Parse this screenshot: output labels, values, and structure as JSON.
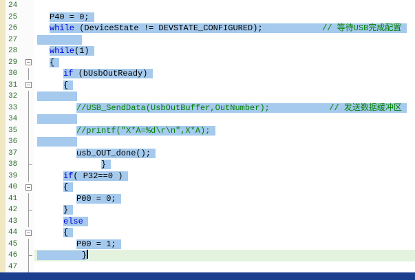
{
  "colors": {
    "selection": "#A5CAED",
    "currentLine": "#E4F3DE",
    "keyword": "#0000E0",
    "comment": "#008000",
    "lineNum": "#2C6E2C",
    "gutterBg": "#FBFBFB",
    "marginYellow": "#EFE8C2",
    "bottomBar": "#1C3E8F"
  },
  "editor": {
    "lines": [
      {
        "num": "24",
        "fold": "",
        "indent": 0,
        "sel": false,
        "segs": []
      },
      {
        "num": "25",
        "fold": "",
        "indent": 18,
        "sel": true,
        "segs": [
          [
            "c",
            "P40 = 0; "
          ]
        ]
      },
      {
        "num": "26",
        "fold": "",
        "indent": 18,
        "sel": true,
        "segs": [
          [
            "k",
            "while"
          ],
          [
            "c",
            " (DeviceState != DEVSTATE_CONFIGURED);            "
          ],
          [
            "m",
            "// 等待USB完成配置"
          ],
          [
            "c",
            " "
          ]
        ]
      },
      {
        "num": "27",
        "fold": "",
        "indent": 0,
        "sel": true,
        "segs": [
          [
            "c",
            "         "
          ]
        ]
      },
      {
        "num": "28",
        "fold": "",
        "indent": 18,
        "sel": true,
        "segs": [
          [
            "k",
            "while"
          ],
          [
            "c",
            "(1) "
          ]
        ]
      },
      {
        "num": "29",
        "fold": "box",
        "indent": 18,
        "sel": true,
        "segs": [
          [
            "c",
            "{ "
          ]
        ]
      },
      {
        "num": "30",
        "fold": "line",
        "indent": 38,
        "sel": true,
        "segs": [
          [
            "k",
            "if"
          ],
          [
            "c",
            " (bUsbOutReady) "
          ]
        ]
      },
      {
        "num": "31",
        "fold": "box",
        "indent": 38,
        "sel": true,
        "segs": [
          [
            "c",
            "{ "
          ]
        ]
      },
      {
        "num": "32",
        "fold": "line",
        "indent": 0,
        "sel": true,
        "segs": [
          [
            "c",
            "        "
          ]
        ]
      },
      {
        "num": "33",
        "fold": "line",
        "indent": 57,
        "sel": true,
        "segs": [
          [
            "m",
            "//USB_SendData(UsbOutBuffer,OutNumber);            // 发送数据缓冲区"
          ],
          [
            "c",
            " "
          ]
        ]
      },
      {
        "num": "34",
        "fold": "line",
        "indent": 0,
        "sel": true,
        "segs": [
          [
            "c",
            "        "
          ]
        ]
      },
      {
        "num": "35",
        "fold": "line",
        "indent": 57,
        "sel": true,
        "segs": [
          [
            "m",
            "//printf(\"X*A=%d\\r\\n\",X*A); "
          ]
        ]
      },
      {
        "num": "36",
        "fold": "line",
        "indent": 0,
        "sel": true,
        "segs": [
          [
            "c",
            "        "
          ]
        ]
      },
      {
        "num": "37",
        "fold": "line",
        "indent": 57,
        "sel": true,
        "segs": [
          [
            "c",
            "usb_OUT_done(); "
          ]
        ]
      },
      {
        "num": "38",
        "fold": "tee",
        "indent": 93,
        "sel": true,
        "segs": [
          [
            "c",
            "} "
          ]
        ]
      },
      {
        "num": "39",
        "fold": "line",
        "indent": 38,
        "sel": true,
        "segs": [
          [
            "k",
            "if"
          ],
          [
            "c",
            "( P32==0 ) "
          ]
        ]
      },
      {
        "num": "40",
        "fold": "box",
        "indent": 38,
        "sel": true,
        "segs": [
          [
            "c",
            "{ "
          ]
        ]
      },
      {
        "num": "41",
        "fold": "line",
        "indent": 57,
        "sel": true,
        "segs": [
          [
            "c",
            "P00 = 0; "
          ]
        ]
      },
      {
        "num": "42",
        "fold": "tee",
        "indent": 38,
        "sel": true,
        "segs": [
          [
            "c",
            "} "
          ]
        ]
      },
      {
        "num": "43",
        "fold": "line",
        "indent": 38,
        "sel": true,
        "segs": [
          [
            "k",
            "else"
          ],
          [
            "c",
            " "
          ]
        ]
      },
      {
        "num": "44",
        "fold": "box",
        "indent": 38,
        "sel": true,
        "segs": [
          [
            "c",
            "{ "
          ]
        ]
      },
      {
        "num": "45",
        "fold": "line",
        "indent": 57,
        "sel": true,
        "segs": [
          [
            "c",
            "P00 = 1; "
          ]
        ]
      },
      {
        "num": "46",
        "fold": "tee",
        "indent": 0,
        "sel": true,
        "current": true,
        "cursor": true,
        "segs": [
          [
            "c",
            "         }"
          ]
        ]
      },
      {
        "num": "47",
        "fold": "line",
        "indent": 0,
        "sel": false,
        "segs": []
      }
    ]
  }
}
